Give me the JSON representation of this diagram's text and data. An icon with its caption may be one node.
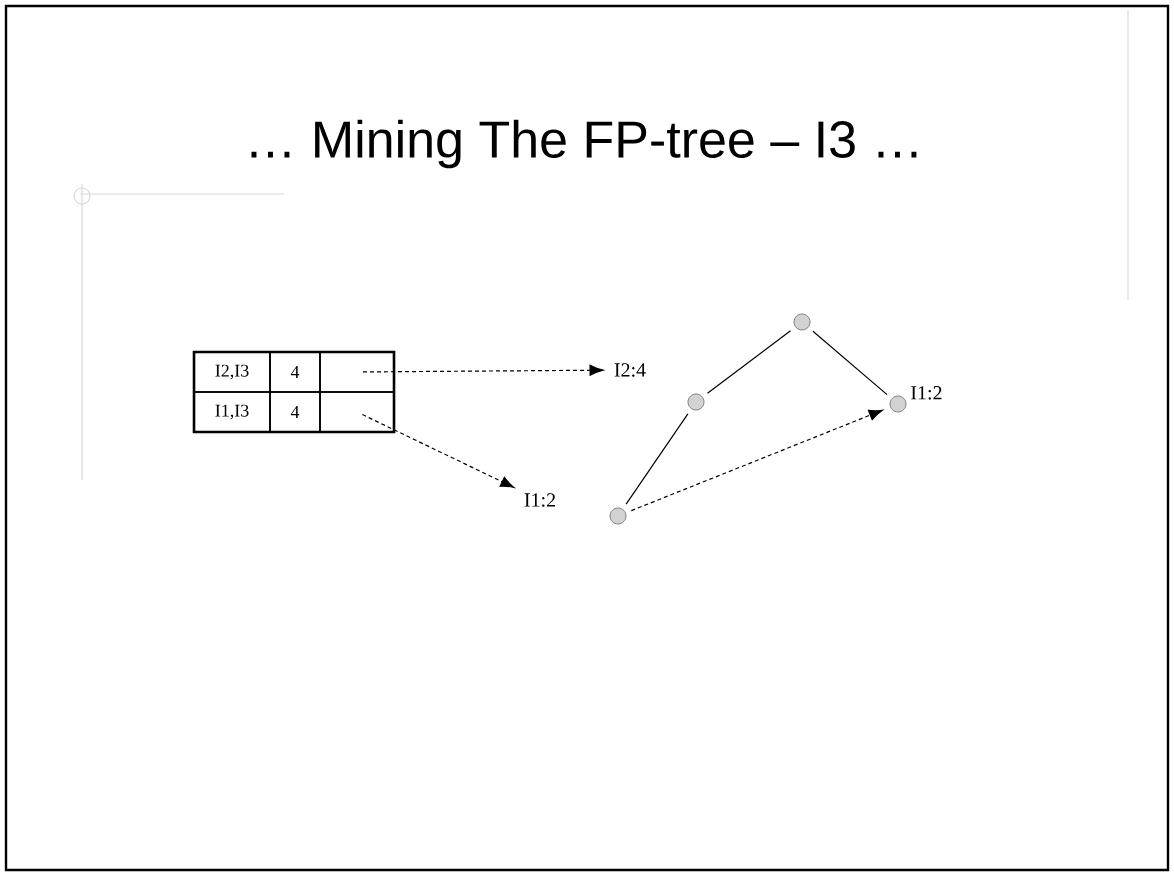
{
  "diagram": {
    "title": "… Mining The FP-tree – I3 …",
    "nodes": [
      {
        "text": [],
        "shape": "box"
      },
      {
        "text": [],
        "shape": "box"
      },
      {
        "text": [
          "I2:4"
        ]
      },
      {
        "text": [
          "I1:2"
        ]
      },
      {
        "text": [],
        "shape": "circle"
      },
      {
        "text": [],
        "shape": "circle"
      },
      {
        "text": [],
        "shape": "circle",
        "beside": [
          "I1:2"
        ]
      },
      {
        "text": [],
        "shape": "circle"
      }
    ],
    "edges": [
      {
        "from": 0,
        "to": 2,
        "arrow": "to",
        "style": "dashed"
      },
      {
        "from": 1,
        "to": 3,
        "arrow": "to",
        "style": "dashed"
      },
      {
        "from": 7,
        "to": 6,
        "arrow": "to",
        "style": "dashed"
      },
      {
        "from": 4,
        "to": 5,
        "arrow": "none"
      },
      {
        "from": 4,
        "to": 6,
        "arrow": "none"
      },
      {
        "from": 5,
        "to": 7,
        "arrow": "none"
      }
    ],
    "labels": [
      "I2,I3",
      "4",
      "I1,I3",
      "4"
    ]
  }
}
